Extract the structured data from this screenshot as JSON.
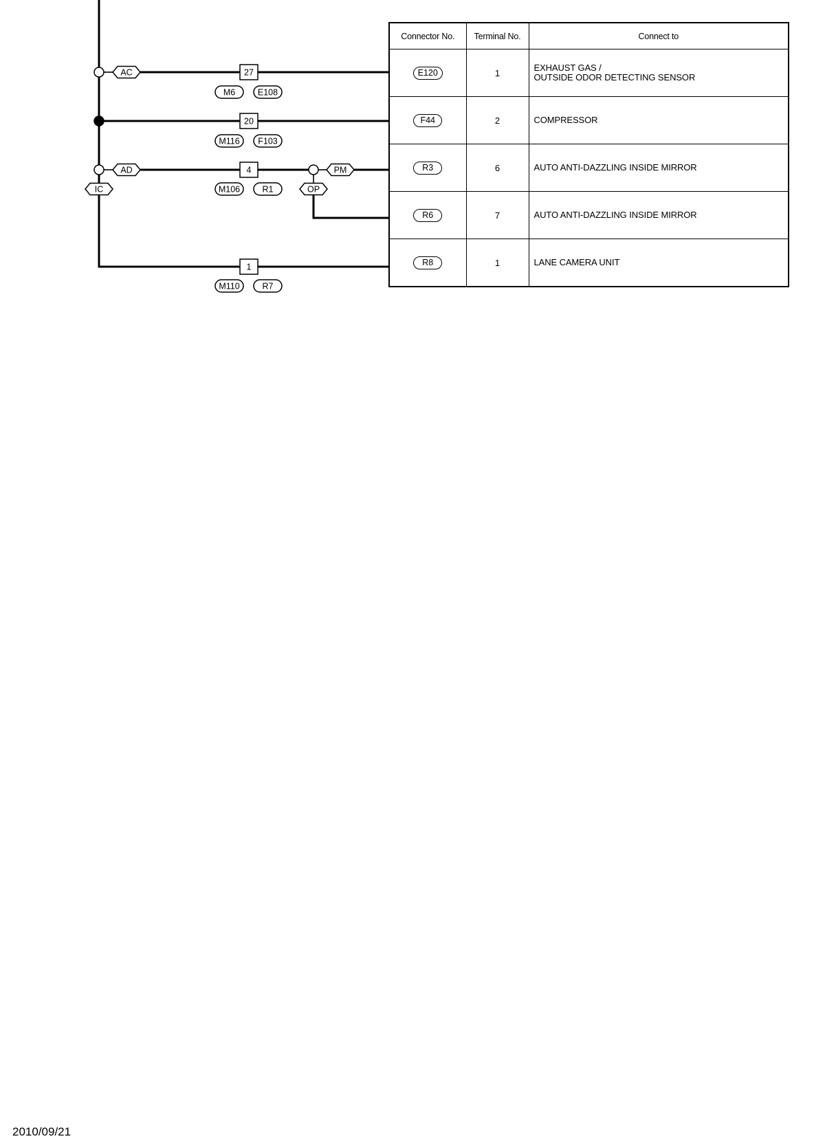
{
  "diagram": {
    "branches": [
      {
        "tag": "AC",
        "terminal": "27",
        "connectors": [
          "M6",
          "E108"
        ]
      },
      {
        "terminal": "20",
        "connectors": [
          "M116",
          "F103"
        ]
      },
      {
        "tag": "AD",
        "tag_below": "IC",
        "terminal": "4",
        "connectors": [
          "M106",
          "R1"
        ],
        "split_tag": "PM",
        "split_tag_below": "OP"
      },
      {
        "terminal": "1",
        "connectors": [
          "M110",
          "R7"
        ]
      }
    ]
  },
  "table": {
    "headers": {
      "connector_no": "Connector No.",
      "terminal_no": "Terminal No.",
      "connect_to": "Connect to"
    },
    "rows": [
      {
        "connector": "E120",
        "terminal": "1",
        "connect_to": [
          "EXHAUST GAS /",
          "OUTSIDE ODOR DETECTING SENSOR"
        ]
      },
      {
        "connector": "F44",
        "terminal": "2",
        "connect_to": [
          "COMPRESSOR"
        ]
      },
      {
        "connector": "R3",
        "terminal": "6",
        "connect_to": [
          "AUTO ANTI-DAZZLING INSIDE MIRROR"
        ]
      },
      {
        "connector": "R6",
        "terminal": "7",
        "connect_to": [
          "AUTO ANTI-DAZZLING INSIDE MIRROR"
        ]
      },
      {
        "connector": "R8",
        "terminal": "1",
        "connect_to": [
          "LANE CAMERA UNIT"
        ]
      }
    ]
  },
  "footer": {
    "date": "2010/09/21"
  }
}
